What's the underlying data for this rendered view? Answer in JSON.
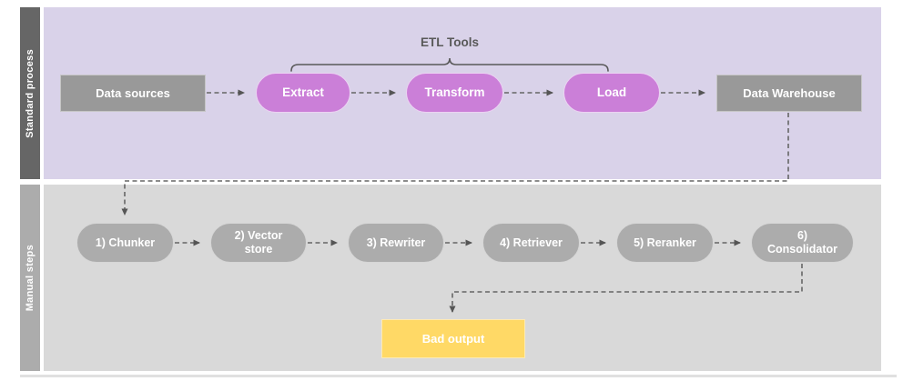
{
  "diagram": {
    "lanes": {
      "standard": {
        "label": "Standard process"
      },
      "manual": {
        "label": "Manual steps"
      }
    },
    "etl_group_label": "ETL Tools",
    "nodes": {
      "data_sources": "Data sources",
      "extract": "Extract",
      "transform": "Transform",
      "load": "Load",
      "data_warehouse": "Data Warehouse",
      "chunker": "1) Chunker",
      "vector_store": "2) Vector store",
      "rewriter": "3) Rewriter",
      "retriever": "4) Retriever",
      "reranker": "5) Reranker",
      "consolidator": "6) Consolidator",
      "bad_output": "Bad output"
    },
    "colors": {
      "standard_lane_bg": "#d9d2e9",
      "manual_lane_bg": "#d9d9d9",
      "standard_lane_bar": "#666666",
      "manual_lane_bar": "#acacac",
      "etl_pill": "#cb7fd8",
      "gray_box": "#999999",
      "manual_pill": "#acacac",
      "bad_output_box": "#ffd966",
      "connector": "#666666",
      "node_text": "#ffffff"
    }
  }
}
